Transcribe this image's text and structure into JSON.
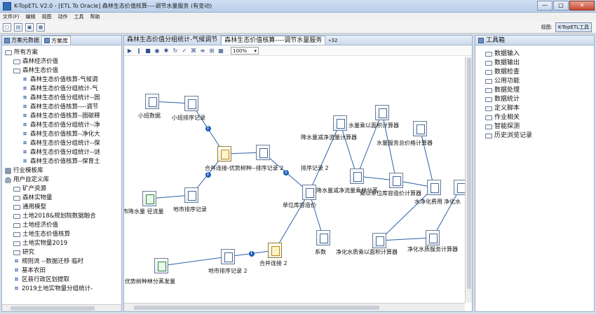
{
  "window": {
    "title": "K-TopETL V2.0 - [ETL To Oracle] 森林生态价值核算----调节水量服务 (有变动)",
    "min_label": "—",
    "max_label": "□",
    "close_label": "✕"
  },
  "menu": [
    "文件(F)",
    "编辑",
    "视图",
    "动作",
    "工具",
    "帮助"
  ],
  "toolbar": {
    "perspective_label": "视图:",
    "perspective_value": "K-TopETL工具"
  },
  "left_panel": {
    "tabs": [
      "方案元数据",
      "方案库"
    ],
    "tree": [
      {
        "label": "所有方案",
        "icon": "folder",
        "indent": 0
      },
      {
        "label": "森林经济价值",
        "icon": "folder",
        "indent": 1
      },
      {
        "label": "森林生态价值",
        "icon": "folder",
        "indent": 1
      },
      {
        "label": "森林生态价值核算-气候调",
        "icon": "transform",
        "indent": 2
      },
      {
        "label": "森林生态价值分组统计-气",
        "icon": "transform",
        "indent": 2
      },
      {
        "label": "森林生态价值分组统计--固",
        "icon": "transform",
        "indent": 2
      },
      {
        "label": "森林生态价值核算----调节",
        "icon": "transform",
        "indent": 2
      },
      {
        "label": "森林生态价值核算--固碳释",
        "icon": "transform",
        "indent": 2
      },
      {
        "label": "森林生态价值分组统计--净",
        "icon": "transform",
        "indent": 2
      },
      {
        "label": "森林生态价值核算--净化大",
        "icon": "transform",
        "indent": 2
      },
      {
        "label": "森林生态价值分组统计--保",
        "icon": "transform",
        "indent": 2
      },
      {
        "label": "森林生态价值分组统计--谜",
        "icon": "transform",
        "indent": 2
      },
      {
        "label": "森林生态价值核算--保育土",
        "icon": "transform",
        "indent": 2
      },
      {
        "label": "行业模板库",
        "icon": "library",
        "indent": 0
      },
      {
        "label": "用户自定义库",
        "icon": "user",
        "indent": 0
      },
      {
        "label": "矿产资源",
        "icon": "folder",
        "indent": 1
      },
      {
        "label": "森林实物量",
        "icon": "folder",
        "indent": 1
      },
      {
        "label": "通用模型",
        "icon": "folder",
        "indent": 1
      },
      {
        "label": "土地2018&规划院数据融合",
        "icon": "folder",
        "indent": 1
      },
      {
        "label": "土地经济价值",
        "icon": "folder",
        "indent": 1
      },
      {
        "label": "土地生态价值核算",
        "icon": "folder",
        "indent": 1
      },
      {
        "label": "土地实物量2019",
        "icon": "folder",
        "indent": 1
      },
      {
        "label": "研究",
        "icon": "folder",
        "indent": 1
      },
      {
        "label": "规则流 --数据迁移 临时",
        "icon": "transform",
        "indent": 1
      },
      {
        "label": "基本农田",
        "icon": "transform",
        "indent": 1
      },
      {
        "label": "区县行政区划提取",
        "icon": "transform",
        "indent": 1
      },
      {
        "label": "2019土地实物量分组统计-",
        "icon": "transform",
        "indent": 1
      }
    ]
  },
  "editor": {
    "tabs": [
      "森林生态价值分组统计-气候调节",
      "森林生态价值核算----调节水量服务"
    ],
    "tab_overflow": "»32",
    "zoom": "100%",
    "steps": [
      {
        "label": "小班数据",
        "kind": "input"
      },
      {
        "label": "小班排序记录",
        "kind": "sort"
      },
      {
        "label": "合并连接-优势树种--排序记录 2",
        "kind": "merge"
      },
      {
        "label": "排序记录 2",
        "kind": "sort"
      },
      {
        "label": "市降水量 径流量",
        "kind": "input-green"
      },
      {
        "label": "地市排序记录",
        "kind": "sort"
      },
      {
        "label": "单位库容造价",
        "kind": "calc"
      },
      {
        "label": "系数",
        "kind": "calc"
      },
      {
        "label": "合并连接 2",
        "kind": "merge"
      },
      {
        "label": "地市排序记录 2",
        "kind": "sort"
      },
      {
        "label": "优势树种林分蒸发量",
        "kind": "input-green"
      },
      {
        "label": "降水量减净流量计算器",
        "kind": "calc"
      },
      {
        "label": "水量乘以面积计算器",
        "kind": "calc"
      },
      {
        "label": "降水量减净流量乘林分蒸",
        "kind": "calc"
      },
      {
        "label": "乘以单位库容造价计算器",
        "kind": "calc"
      },
      {
        "label": "水量服务总价格计算器",
        "kind": "calc"
      },
      {
        "label": "水净化费用",
        "kind": "calc"
      },
      {
        "label": "净化水质乘以面积计算器",
        "kind": "calc"
      },
      {
        "label": "净化水质服务计算器",
        "kind": "calc"
      },
      {
        "label": "净化水",
        "kind": "calc"
      }
    ]
  },
  "right_panel": {
    "title": "工具箱",
    "items": [
      "数据输入",
      "数据输出",
      "数据检查",
      "公用功能",
      "数据处理",
      "数据统计",
      "定义脚本",
      "作业相关",
      "智能探测",
      "历史浏览记录"
    ]
  }
}
